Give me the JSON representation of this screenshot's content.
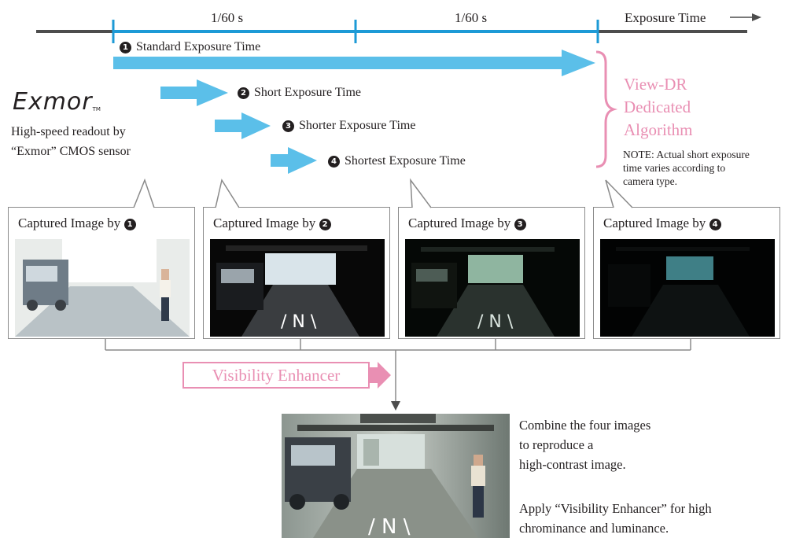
{
  "timeline": {
    "segment_1": "1/60 s",
    "segment_2": "1/60 s",
    "axis_label": "Exposure Time"
  },
  "exposures": [
    {
      "num": "1",
      "label": "Standard Exposure Time"
    },
    {
      "num": "2",
      "label": "Short Exposure Time"
    },
    {
      "num": "3",
      "label": "Shorter Exposure Time"
    },
    {
      "num": "4",
      "label": "Shortest Exposure Time"
    }
  ],
  "exmor": {
    "logo": "Exmor",
    "tm": "TM",
    "desc_line1": "High-speed readout by",
    "desc_line2": "“Exmor” CMOS sensor"
  },
  "algorithm": {
    "line1": "View-DR",
    "line2": "Dedicated",
    "line3": "Algorithm",
    "note_line1": "NOTE: Actual short exposure",
    "note_line2": "time varies according to",
    "note_line3": "camera type."
  },
  "captures": [
    {
      "label": "Captured Image by",
      "num": "1"
    },
    {
      "label": "Captured Image by",
      "num": "2"
    },
    {
      "label": "Captured Image by",
      "num": "3"
    },
    {
      "label": "Captured Image by",
      "num": "4"
    }
  ],
  "enhancer": {
    "label": "Visibility Enhancer"
  },
  "combine": {
    "line1": "Combine the four images",
    "line2": "to reproduce a",
    "line3": "high-contrast image.",
    "line4": "Apply “Visibility Enhancer” for high",
    "line5": "chrominance and luminance."
  },
  "colors": {
    "arrow_blue": "#5bbfe9",
    "tick_blue": "#1d9ad6",
    "pink": "#e98fb3",
    "axis": "#4d4d4d"
  }
}
